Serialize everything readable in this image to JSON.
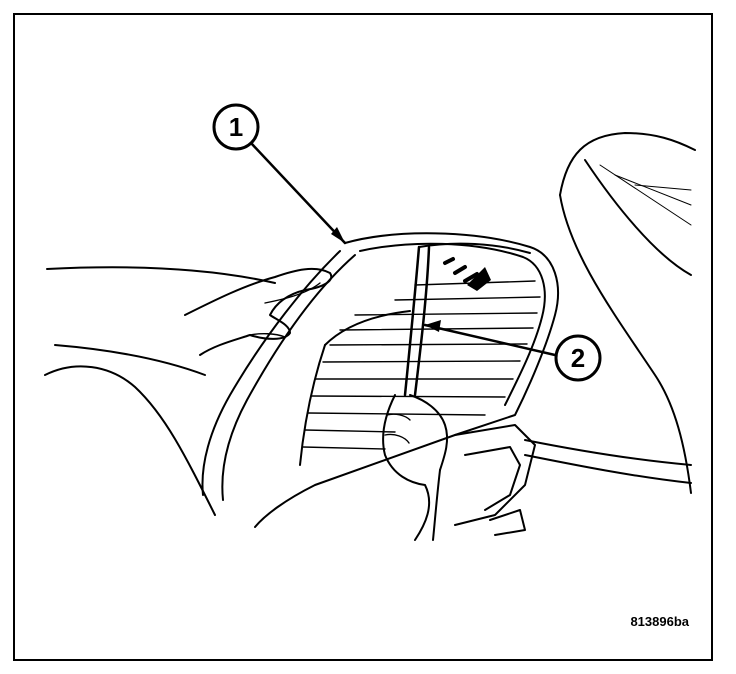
{
  "figure": {
    "id_code": "813896ba",
    "colors": {
      "line": "#000000",
      "background": "#ffffff"
    }
  },
  "callouts": [
    {
      "number": "1"
    },
    {
      "number": "2"
    }
  ]
}
